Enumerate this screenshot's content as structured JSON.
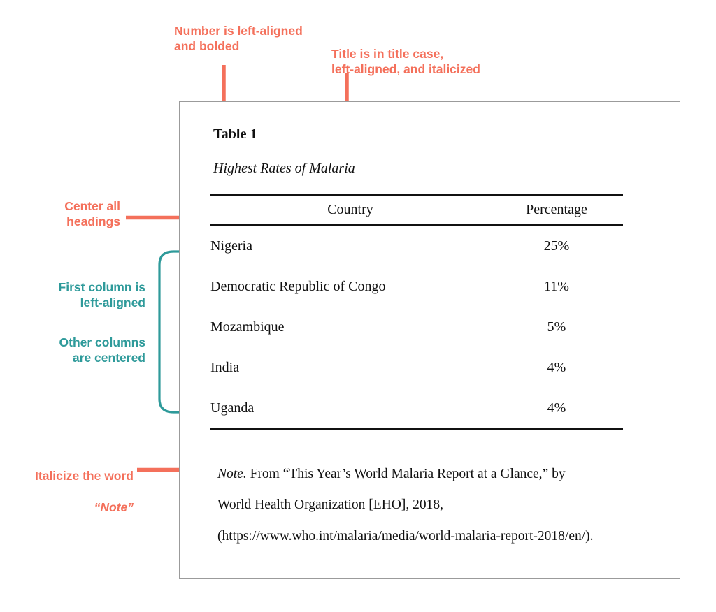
{
  "colors": {
    "coral": "#F4705B",
    "teal": "#2E9A9A",
    "rule": "#111111",
    "page_border": "#9b9b9b"
  },
  "annotations": {
    "number_note": "Number is left-aligned\nand bolded",
    "title_note": "Title is in title case,\nleft-aligned, and italicized",
    "headings_note": "Center all\nheadings",
    "first_column_note": "First column is\nleft-aligned",
    "other_columns_note": "Other columns\nare centered",
    "italicize_note_line1": "Italicize the word",
    "italicize_note_line2": "“Note”"
  },
  "table": {
    "number": "Table 1",
    "title": "Highest Rates of Malaria",
    "columns": [
      "Country",
      "Percentage"
    ],
    "rows": [
      {
        "country": "Nigeria",
        "percentage": "25%"
      },
      {
        "country": "Democratic Republic of Congo",
        "percentage": "11%"
      },
      {
        "country": "Mozambique",
        "percentage": "5%"
      },
      {
        "country": "India",
        "percentage": "4%"
      },
      {
        "country": "Uganda",
        "percentage": "4%"
      }
    ],
    "note": {
      "label": "Note.",
      "line1": " From “This Year’s World Malaria Report at a Glance,” by",
      "line2": "World Health Organization [EHO], 2018,",
      "line3": "(https://www.who.int/malaria/media/world-malaria-report-2018/en/)."
    }
  },
  "chart_data": {
    "type": "table",
    "title": "Highest Rates of Malaria",
    "categories": [
      "Nigeria",
      "Democratic Republic of Congo",
      "Mozambique",
      "India",
      "Uganda"
    ],
    "values": [
      25,
      11,
      5,
      4,
      4
    ],
    "xlabel": "Country",
    "ylabel": "Percentage",
    "unit": "%"
  }
}
